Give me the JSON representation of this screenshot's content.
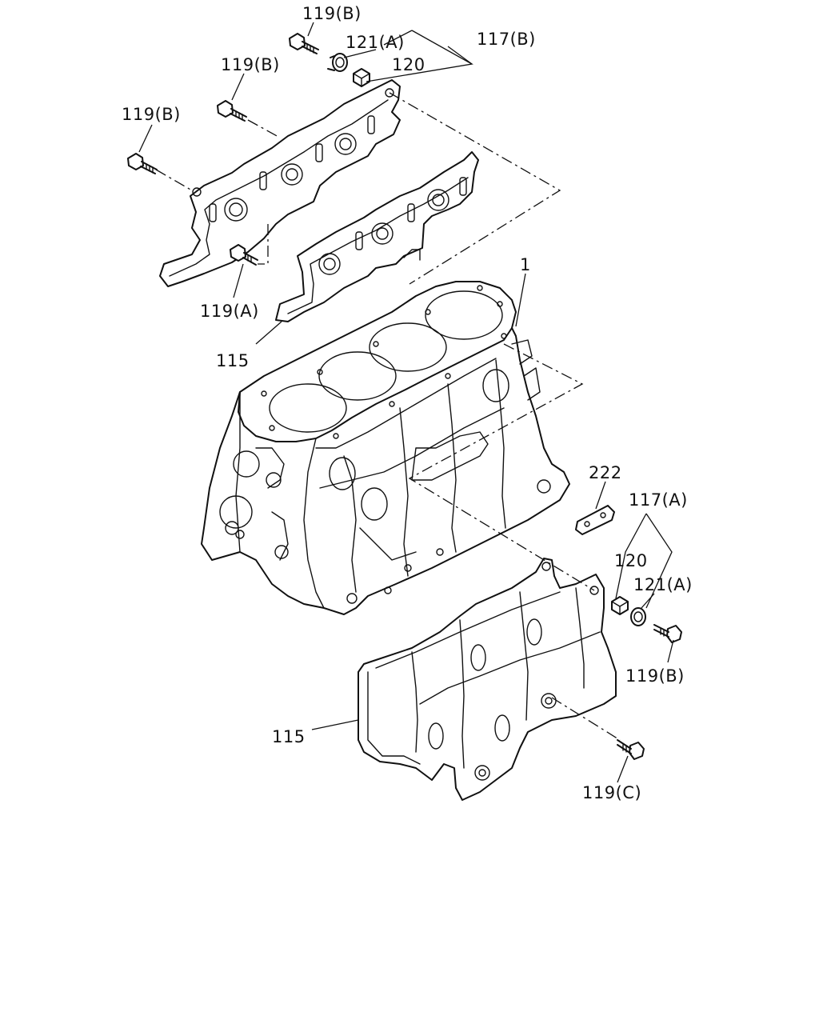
{
  "labels": {
    "bolt_119b_top": "119(B)",
    "plug_121a_top": "121(A)",
    "group_117b": "117(B)",
    "pin_120_top": "120",
    "bolt_119b_mid": "119(B)",
    "bolt_119b_left": "119(B)",
    "bolt_119a": "119(A)",
    "gasket_115_top": "115",
    "block_1": "1",
    "bracket_222": "222",
    "group_117a": "117(A)",
    "pin_120_bottom": "120",
    "plug_121a_bottom": "121(A)",
    "bolt_119b_bottom": "119(B)",
    "gasket_115_bottom": "115",
    "bolt_119c": "119(C)"
  },
  "colors": {
    "line": "#111111",
    "background": "#ffffff"
  }
}
